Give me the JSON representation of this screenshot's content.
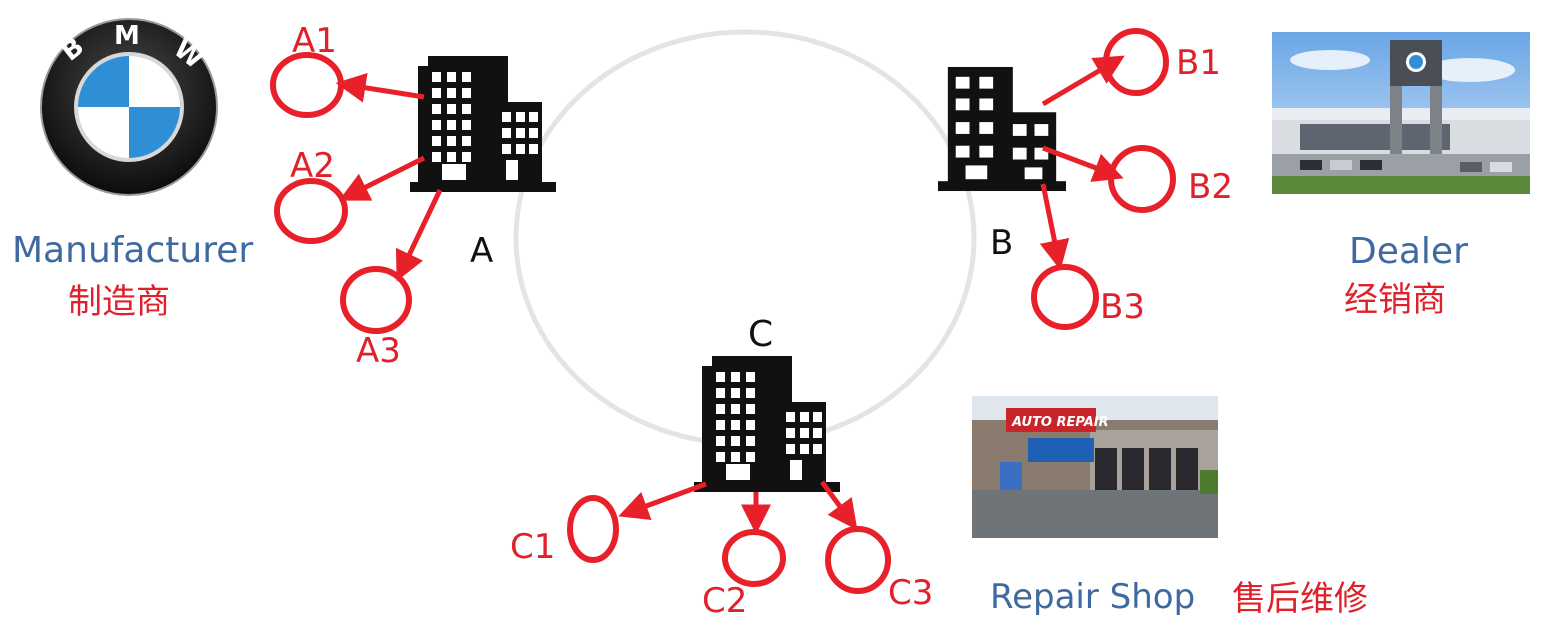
{
  "nodes": {
    "a": "A",
    "b": "B",
    "c": "C"
  },
  "subnodes": {
    "a1": "A1",
    "a2": "A2",
    "a3": "A3",
    "b1": "B1",
    "b2": "B2",
    "b3": "B3",
    "c1": "C1",
    "c2": "C2",
    "c3": "C3"
  },
  "roles": {
    "manufacturer_en": "Manufacturer",
    "manufacturer_zh": "制造商",
    "dealer_en": "Dealer",
    "dealer_zh": "经销商",
    "repair_en": "Repair Shop",
    "repair_zh": "售后维修"
  },
  "logo": {
    "letter_b": "B",
    "letter_m": "M",
    "letter_w": "W"
  },
  "photos": {
    "repair_sign": "AUTO REPAIR"
  },
  "colors": {
    "accent_red": "#e8202a",
    "label_blue": "#3f6aa1",
    "bmw_blue": "#2f8fd6"
  },
  "icons": [
    "building-icon",
    "bmw-logo",
    "dealer-photo",
    "repair-shop-photo"
  ]
}
